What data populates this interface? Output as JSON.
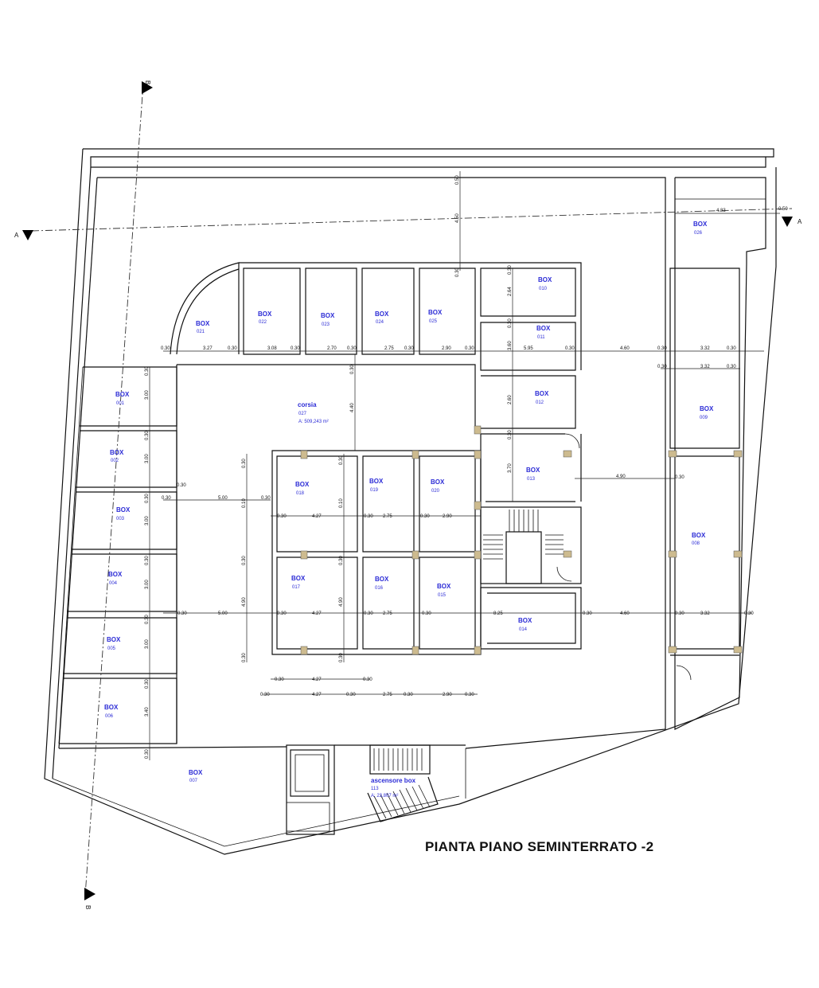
{
  "title": "PIANTA PIANO SEMINTERRATO -2",
  "section_a": "A",
  "section_b": "B",
  "colors": {
    "room_label": "#2b2bd6",
    "column_fill": "#cdbb8f",
    "line": "#111111"
  },
  "rooms": [
    {
      "id": "box-001",
      "label": "BOX",
      "num": "001"
    },
    {
      "id": "box-002",
      "label": "BOX",
      "num": "002"
    },
    {
      "id": "box-003",
      "label": "BOX",
      "num": "003"
    },
    {
      "id": "box-004",
      "label": "BOX",
      "num": "004"
    },
    {
      "id": "box-005",
      "label": "BOX",
      "num": "005"
    },
    {
      "id": "box-006",
      "label": "BOX",
      "num": "006"
    },
    {
      "id": "box-007",
      "label": "BOX",
      "num": "007"
    },
    {
      "id": "box-008",
      "label": "BOX",
      "num": "008"
    },
    {
      "id": "box-009",
      "label": "BOX",
      "num": "009"
    },
    {
      "id": "box-010",
      "label": "BOX",
      "num": "010"
    },
    {
      "id": "box-011",
      "label": "BOX",
      "num": "011"
    },
    {
      "id": "box-012",
      "label": "BOX",
      "num": "012"
    },
    {
      "id": "box-013",
      "label": "BOX",
      "num": "013"
    },
    {
      "id": "box-014",
      "label": "BOX",
      "num": "014"
    },
    {
      "id": "box-015",
      "label": "BOX",
      "num": "015"
    },
    {
      "id": "box-016",
      "label": "BOX",
      "num": "016"
    },
    {
      "id": "box-017",
      "label": "BOX",
      "num": "017"
    },
    {
      "id": "box-018",
      "label": "BOX",
      "num": "018"
    },
    {
      "id": "box-019",
      "label": "BOX",
      "num": "019"
    },
    {
      "id": "box-020",
      "label": "BOX",
      "num": "020"
    },
    {
      "id": "box-021",
      "label": "BOX",
      "num": "021"
    },
    {
      "id": "box-022",
      "label": "BOX",
      "num": "022"
    },
    {
      "id": "box-023",
      "label": "BOX",
      "num": "023"
    },
    {
      "id": "box-024",
      "label": "BOX",
      "num": "024"
    },
    {
      "id": "box-025",
      "label": "BOX",
      "num": "025"
    },
    {
      "id": "box-026",
      "label": "BOX",
      "num": "026"
    }
  ],
  "corsia": {
    "label": "corsia",
    "num": "027",
    "area": "A: 509,243 m²"
  },
  "elevator": {
    "label": "ascensore box",
    "num": "113",
    "area": "A:     23,807 m²"
  },
  "dims": {
    "d0_30": "0.30",
    "d0_50": "0.50",
    "d4_50": "4.50",
    "d4_83": "4.83",
    "d3_27": "3.27",
    "d3_08": "3.08",
    "d2_70": "2.70",
    "d2_75": "2.75",
    "d2_90": "2.90",
    "d5_95": "5.95",
    "d4_60": "4.60",
    "d3_32": "3.32",
    "d3_00": "3.00",
    "d5_00": "5.00",
    "d4_27": "4.27",
    "d4_40": "4.40",
    "d4_90": "4.90",
    "d2_64": "2.64",
    "d2_60": "2.60",
    "d3_60": "3.60",
    "d3_70": "3.70",
    "d0_10": "0.10",
    "d8_25": "8.25",
    "d3_40": "3.40"
  }
}
